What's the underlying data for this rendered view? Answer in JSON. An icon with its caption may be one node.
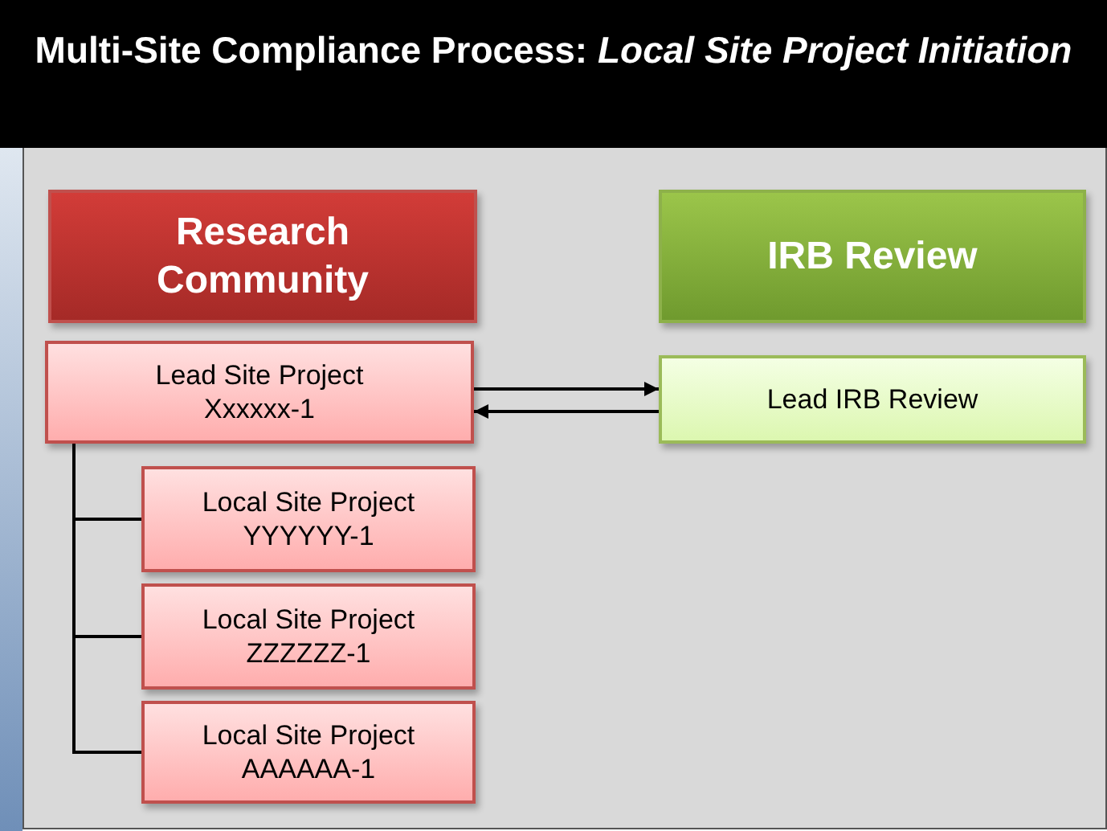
{
  "diagram": {
    "title": "Multi-Site Compliance Process: *Local Site Project Initiation*",
    "nodes": [
      {
        "text": [
          "Research Community"
        ]
      },
      {
        "text": [
          "IRB Review"
        ]
      },
      {
        "text": [
          "Lead Site Project Xxxxxx-1"
        ]
      },
      {
        "text": [
          "Lead IRB Review"
        ]
      },
      {
        "text": [
          "Local Site Project YYYYYY-1"
        ]
      },
      {
        "text": [
          "Local Site Project ZZZZZZ-1"
        ]
      },
      {
        "text": [
          "Local Site Project AAAAAA-1"
        ]
      }
    ],
    "edges": [
      {
        "from": 2,
        "to": 3,
        "arrow": "to"
      },
      {
        "from": 3,
        "to": 2,
        "arrow": "to"
      },
      {
        "from": 2,
        "to": 4,
        "arrow": "none"
      },
      {
        "from": 2,
        "to": 5,
        "arrow": "none"
      },
      {
        "from": 2,
        "to": 6,
        "arrow": "none"
      }
    ]
  }
}
